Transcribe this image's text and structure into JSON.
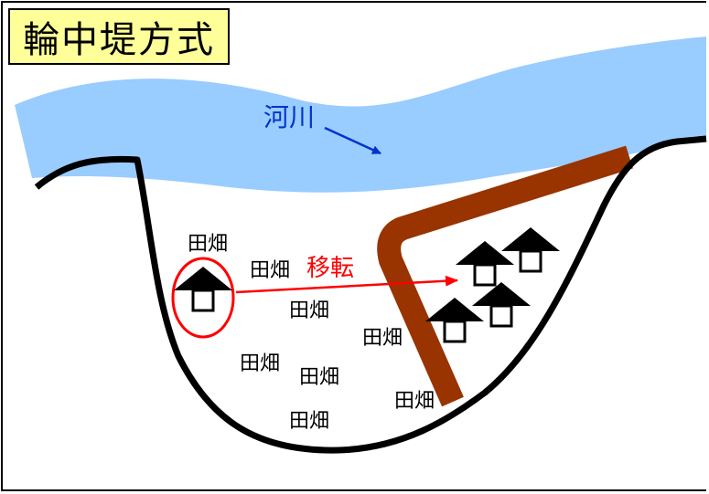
{
  "title": "輪中堤方式",
  "labels": {
    "river": "河川",
    "relocation": "移転",
    "fields": [
      "田畑",
      "田畑",
      "田畑",
      "田畑",
      "田畑",
      "田畑",
      "田畑",
      "田畑"
    ]
  },
  "colors": {
    "title_bg": "#ffff99",
    "river": "#99ccff",
    "river_label": "#0033cc",
    "levee": "#993300",
    "relocation": "#ff0000",
    "terrain": "#000000"
  }
}
